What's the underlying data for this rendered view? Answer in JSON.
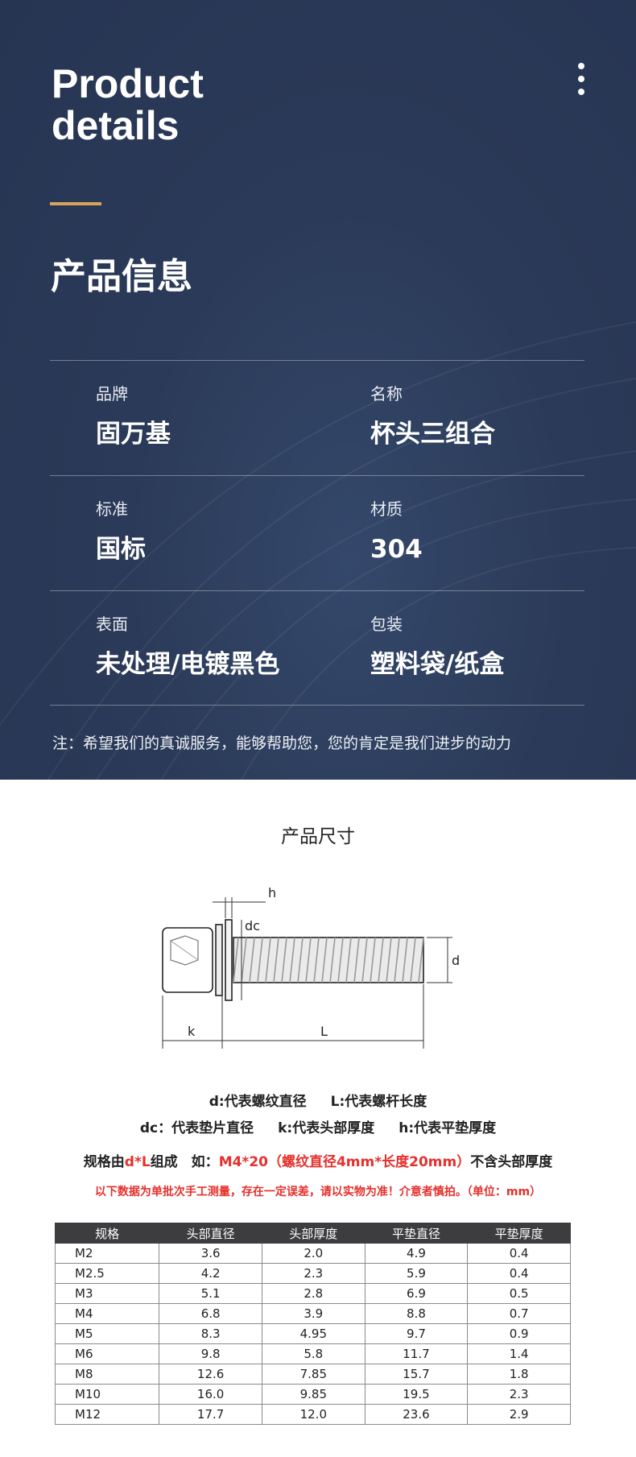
{
  "hero": {
    "title_line1": "Product",
    "title_line2": "details",
    "menu_icon": "vertical-dots-icon",
    "cn_title": "产品信息",
    "accent_color": "#d4a55a",
    "background_color": "#2b3a58",
    "rows": [
      {
        "left": {
          "label": "品牌",
          "value": "固万基"
        },
        "right": {
          "label": "名称",
          "value": "杯头三组合"
        }
      },
      {
        "left": {
          "label": "标准",
          "value": "国标"
        },
        "right": {
          "label": "材质",
          "value": "304"
        }
      },
      {
        "left": {
          "label": "表面",
          "value": "未处理/电镀黑色"
        },
        "right": {
          "label": "包装",
          "value": "塑料袋/纸盒"
        }
      }
    ],
    "note": "注：希望我们的真诚服务，能够帮助您，您的肯定是我们进步的动力"
  },
  "dimensions": {
    "section_title": "产品尺寸",
    "diagram_labels": {
      "h": "h",
      "dc": "dc",
      "d": "d",
      "k": "k",
      "L": "L"
    },
    "legend": {
      "d": "d:代表螺纹直径",
      "L": "L:代表螺杆长度",
      "dc": "dc：代表垫片直径",
      "k": "k:代表头部厚度",
      "h": "h:代表平垫厚度",
      "spec_prefix": "规格由",
      "spec_formula": "d*L",
      "spec_mid": "组成　如：",
      "spec_example": "M4*20（螺纹直径4mm*长度20mm）",
      "spec_suffix": "不含头部厚度",
      "warning": "以下数据为单批次手工测量，存在一定误差，请以实物为准！介意者慎拍。（单位：mm）"
    },
    "table": {
      "headers": [
        "规格",
        "头部直径",
        "头部厚度",
        "平垫直径",
        "平垫厚度"
      ],
      "rows": [
        [
          "M2",
          "3.6",
          "2.0",
          "4.9",
          "0.4"
        ],
        [
          "M2.5",
          "4.2",
          "2.3",
          "5.9",
          "0.4"
        ],
        [
          "M3",
          "5.1",
          "2.8",
          "6.9",
          "0.5"
        ],
        [
          "M4",
          "6.8",
          "3.9",
          "8.8",
          "0.7"
        ],
        [
          "M5",
          "8.3",
          "4.95",
          "9.7",
          "0.9"
        ],
        [
          "M6",
          "9.8",
          "5.8",
          "11.7",
          "1.4"
        ],
        [
          "M8",
          "12.6",
          "7.85",
          "15.7",
          "1.8"
        ],
        [
          "M10",
          "16.0",
          "9.85",
          "19.5",
          "2.3"
        ],
        [
          "M12",
          "17.7",
          "12.0",
          "23.6",
          "2.9"
        ]
      ]
    }
  }
}
